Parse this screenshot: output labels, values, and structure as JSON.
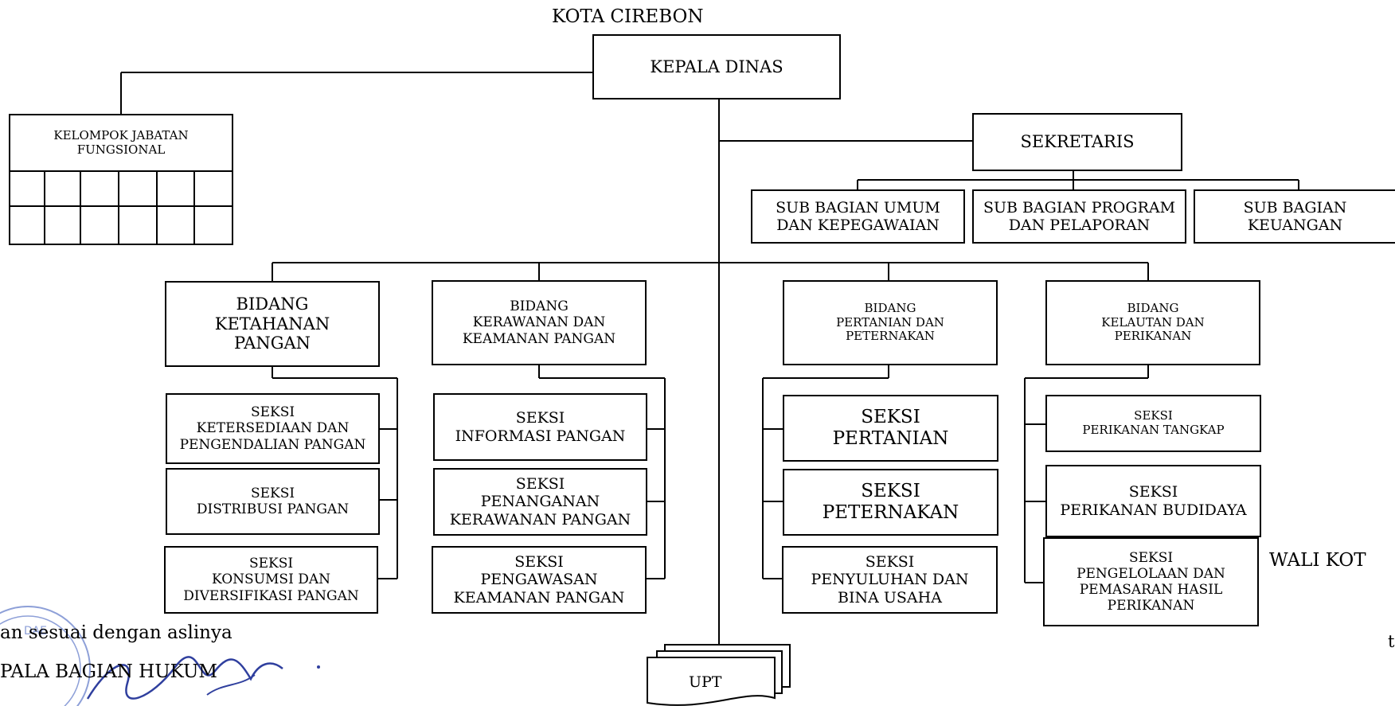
{
  "header": {
    "city": "KOTA CIREBON"
  },
  "top": {
    "head": "KEPALA DINAS"
  },
  "functional_group": {
    "label_line1": "KELOMPOK JABATAN",
    "label_line2": "FUNGSIONAL"
  },
  "secretariat": {
    "title": "SEKRETARIS",
    "sub_units": [
      {
        "line1": "SUB BAGIAN UMUM",
        "line2": "DAN KEPEGAWAIAN"
      },
      {
        "line1": "SUB BAGIAN PROGRAM",
        "line2": "DAN PELAPORAN"
      },
      {
        "line1": "SUB BAGIAN",
        "line2": "KEUANGAN"
      }
    ]
  },
  "divisions": [
    {
      "title_lines": [
        "BIDANG",
        "KETAHANAN",
        "PANGAN"
      ],
      "sections": [
        [
          "SEKSI",
          "KETERSEDIAAN DAN",
          "PENGENDALIAN PANGAN"
        ],
        [
          "SEKSI",
          "DISTRIBUSI PANGAN"
        ],
        [
          "SEKSI",
          "KONSUMSI DAN",
          "DIVERSIFIKASI PANGAN"
        ]
      ]
    },
    {
      "title_lines": [
        "BIDANG",
        "KERAWANAN DAN",
        "KEAMANAN PANGAN"
      ],
      "sections": [
        [
          "SEKSI",
          "INFORMASI PANGAN"
        ],
        [
          "SEKSI",
          "PENANGANAN",
          "KERAWANAN PANGAN"
        ],
        [
          "SEKSI",
          "PENGAWASAN",
          "KEAMANAN PANGAN"
        ]
      ]
    },
    {
      "title_lines": [
        "BIDANG",
        "PERTANIAN DAN",
        "PETERNAKAN"
      ],
      "sections": [
        [
          "SEKSI",
          "PERTANIAN"
        ],
        [
          "SEKSI",
          "PETERNAKAN"
        ],
        [
          "SEKSI",
          "PENYULUHAN DAN",
          "BINA USAHA"
        ]
      ]
    },
    {
      "title_lines": [
        "BIDANG",
        "KELAUTAN DAN",
        "PERIKANAN"
      ],
      "sections": [
        [
          "SEKSI",
          "PERIKANAN TANGKAP"
        ],
        [
          "SEKSI",
          "PERIKANAN BUDIDAYA"
        ],
        [
          "SEKSI",
          "PENGELOLAAN DAN",
          "PEMASARAN HASIL",
          "PERIKANAN"
        ]
      ]
    }
  ],
  "upt": {
    "label": "UPT"
  },
  "footer": {
    "certified_text": "an sesuai dengan aslinya",
    "legal_head": "PALA BAGIAN HUKUM",
    "mayor": "WALI KOT",
    "mayor_suffix": "t"
  }
}
